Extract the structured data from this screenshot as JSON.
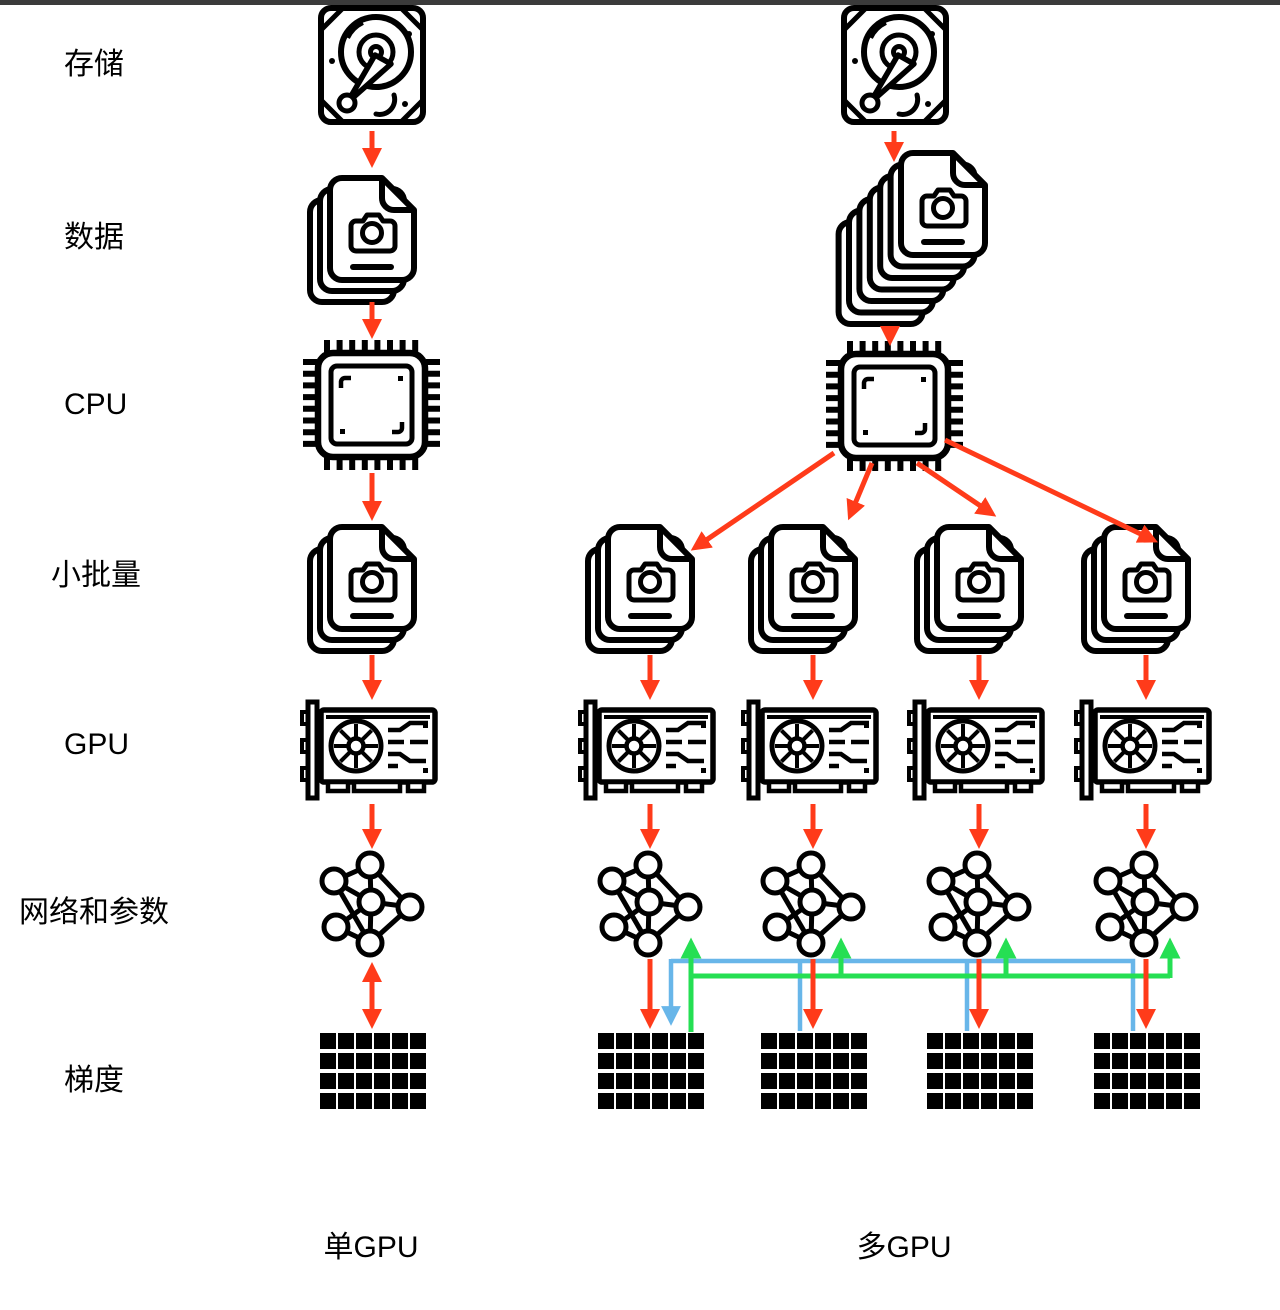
{
  "diagram": {
    "description": "Comparison of single-GPU vs multi-GPU (data parallel) training pipeline",
    "row_labels": [
      {
        "label": "存储"
      },
      {
        "label": "数据"
      },
      {
        "label": "CPU"
      },
      {
        "label": "小批量"
      },
      {
        "label": "GPU"
      },
      {
        "label": "网络和参数"
      },
      {
        "label": "梯度"
      }
    ],
    "column_labels": [
      {
        "label": "单GPU"
      },
      {
        "label": "多GPU"
      }
    ],
    "multi_gpu_count": 4,
    "colors": {
      "background": "#ffffff",
      "top_bar": "#3b3b3b",
      "flow_arrow_red": "#ff3b1a",
      "gradient_gather_blue": "#68b6e9",
      "parameter_broadcast_green": "#25df53",
      "icon_stroke": "#000000"
    },
    "icons": {
      "storage": "hard-drive-icon",
      "data": "photo-stack-icon",
      "cpu": "cpu-chip-icon",
      "minibatch": "photo-stack-icon",
      "gpu": "gpu-card-icon",
      "network": "neural-network-icon",
      "gradient": "gradient-grid-icon"
    }
  }
}
